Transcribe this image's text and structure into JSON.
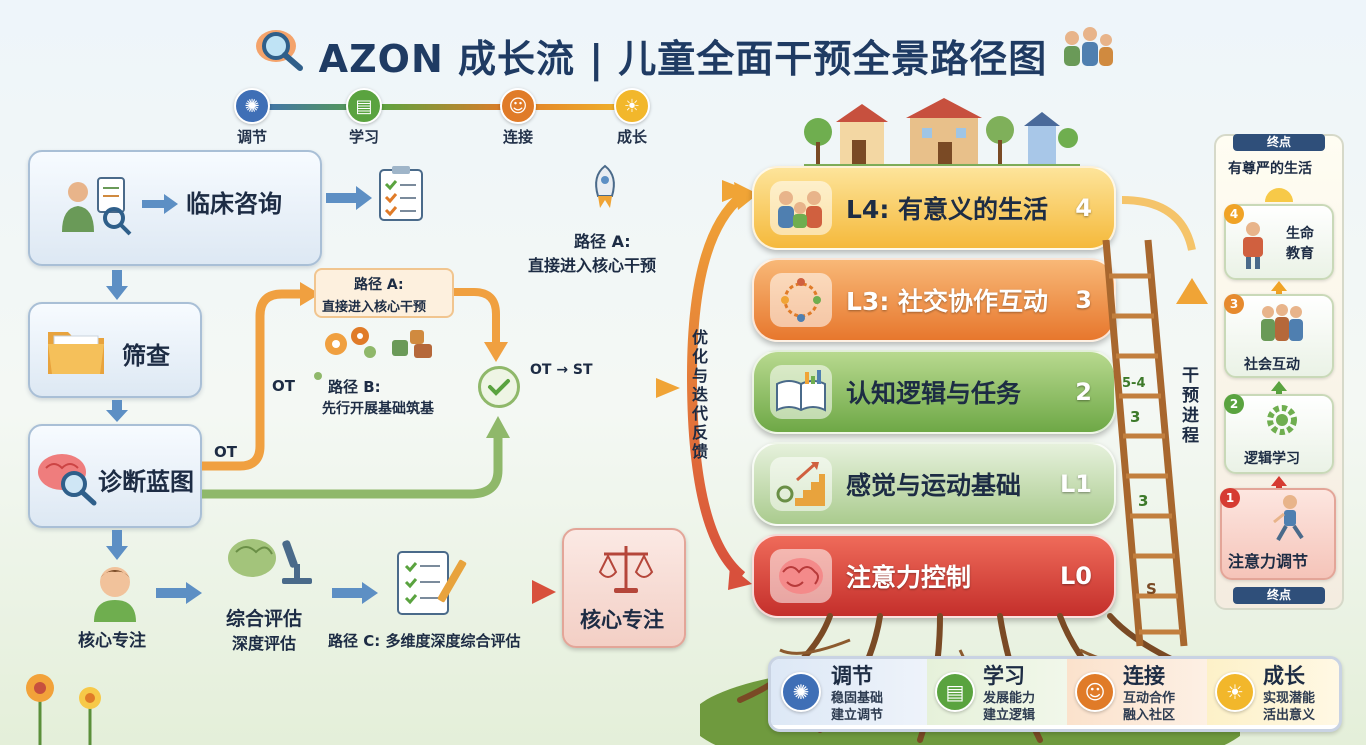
{
  "title": "AZON 成长流 | 儿童全面干预全景路径图",
  "phases": [
    {
      "label": "调节",
      "icon": "brain-icon",
      "color": "#3f6fb6"
    },
    {
      "label": "学习",
      "icon": "book-icon",
      "color": "#5aa33f"
    },
    {
      "label": "连接",
      "icon": "people-icon",
      "color": "#e07b28"
    },
    {
      "label": "成长",
      "icon": "sun-icon",
      "color": "#f2b72b"
    }
  ],
  "left": {
    "consult": "临床咨询",
    "screen": "筛查",
    "diagnose": "诊断蓝图",
    "focus_child": "核心专注",
    "assess_line1": "综合评估",
    "assess_line2": "深度评估",
    "path_c": "路径 C: 多维度深度综合评估",
    "core_focus": "核心专注"
  },
  "middle": {
    "path_a_top_line1": "路径 A:",
    "path_a_top_line2": "直接进入核心干预",
    "path_a_box_line1": "路径 A:",
    "path_a_box_line2": "直接进入核心干预",
    "path_b_line1": "路径 B:",
    "path_b_line2": "先行开展基础筑基",
    "ot_upper": "OT",
    "ot_lower": "OT",
    "ot_st": "OT → ST",
    "iterate": "优化与迭代反馈"
  },
  "levels": [
    {
      "label": "L4: 有意义的生活",
      "code": "4",
      "icon": "family-icon"
    },
    {
      "label": "L3: 社交协作互动",
      "code": "3",
      "icon": "social-circle-icon"
    },
    {
      "label": "认知逻辑与任务",
      "code": "2",
      "icon": "open-book-icon"
    },
    {
      "label": "感觉与运动基础",
      "code": "L1",
      "icon": "stairs-icon"
    },
    {
      "label": "注意力控制",
      "code": "L0",
      "icon": "brain-icon"
    }
  ],
  "ladder_marks": [
    "5-4",
    "3",
    "3",
    "S"
  ],
  "progress_label": "干预进程",
  "side": {
    "top_badge": "终点",
    "top_title": "有尊严的生活",
    "bottom_badge": "终点",
    "cards": [
      {
        "num": "4",
        "label": "生命\n教育",
        "color": "#f0a326"
      },
      {
        "num": "3",
        "label": "社会互动",
        "color": "#e68a2e"
      },
      {
        "num": "2",
        "label": "逻辑学习",
        "color": "#5aa33f"
      },
      {
        "num": "1",
        "label": "注意力调节",
        "color": "#d63b32"
      }
    ]
  },
  "legend": [
    {
      "title": "调节",
      "line1": "稳固基础",
      "line2": "建立调节",
      "icon": "brain-icon",
      "color": "#3f6fb6"
    },
    {
      "title": "学习",
      "line1": "发展能力",
      "line2": "建立逻辑",
      "icon": "book-icon",
      "color": "#5aa33f"
    },
    {
      "title": "连接",
      "line1": "互动合作",
      "line2": "融入社区",
      "icon": "people-icon",
      "color": "#e07b28"
    },
    {
      "title": "成长",
      "line1": "实现潜能",
      "line2": "活出意义",
      "icon": "sun-icon",
      "color": "#f2b72b"
    }
  ]
}
